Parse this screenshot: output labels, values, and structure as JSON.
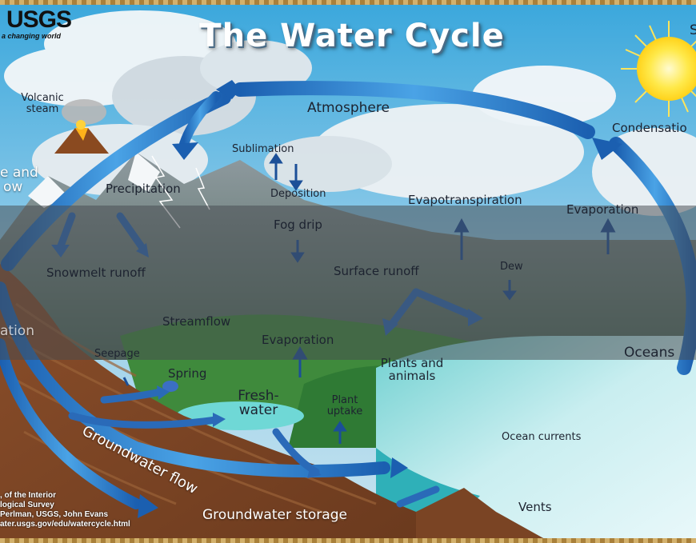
{
  "title": "The Water Cycle",
  "logo": {
    "mark": "USGS",
    "tagline": "a changing world"
  },
  "labels": {
    "volcanic_steam": [
      "Volcanic",
      "steam"
    ],
    "ice_snow": [
      "e and",
      "ow"
    ],
    "atmosphere": "Atmosphere",
    "sun": "S",
    "condensation": "Condensatio",
    "sublimation": "Sublimation",
    "deposition": "Deposition",
    "precipitation": "Precipitation",
    "evapotranspiration": "Evapotranspiration",
    "evaporation_ocean": "Evaporation",
    "fog_drip": "Fog drip",
    "snowmelt_runoff": "Snowmelt runoff",
    "surface_runoff": "Surface runoff",
    "dew": "Dew",
    "ation_left": "ation",
    "streamflow": "Streamflow",
    "evaporation_lake": "Evaporation",
    "oceans": "Oceans",
    "seepage": "Seepage",
    "spring": "Spring",
    "plants_animals": [
      "Plants and",
      "animals"
    ],
    "freshwater": [
      "Fresh-",
      "water"
    ],
    "plant_uptake": [
      "Plant",
      "uptake"
    ],
    "groundwater_flow": "Groundwater  flow",
    "ocean_currents": "Ocean currents",
    "vents": "Vents",
    "groundwater_storage": "Groundwater storage"
  },
  "credits": [
    ", of the Interior",
    "logical Survey",
    "Perlman, USGS, John Evans",
    "ater.usgs.gov/edu/watercycle.html"
  ]
}
